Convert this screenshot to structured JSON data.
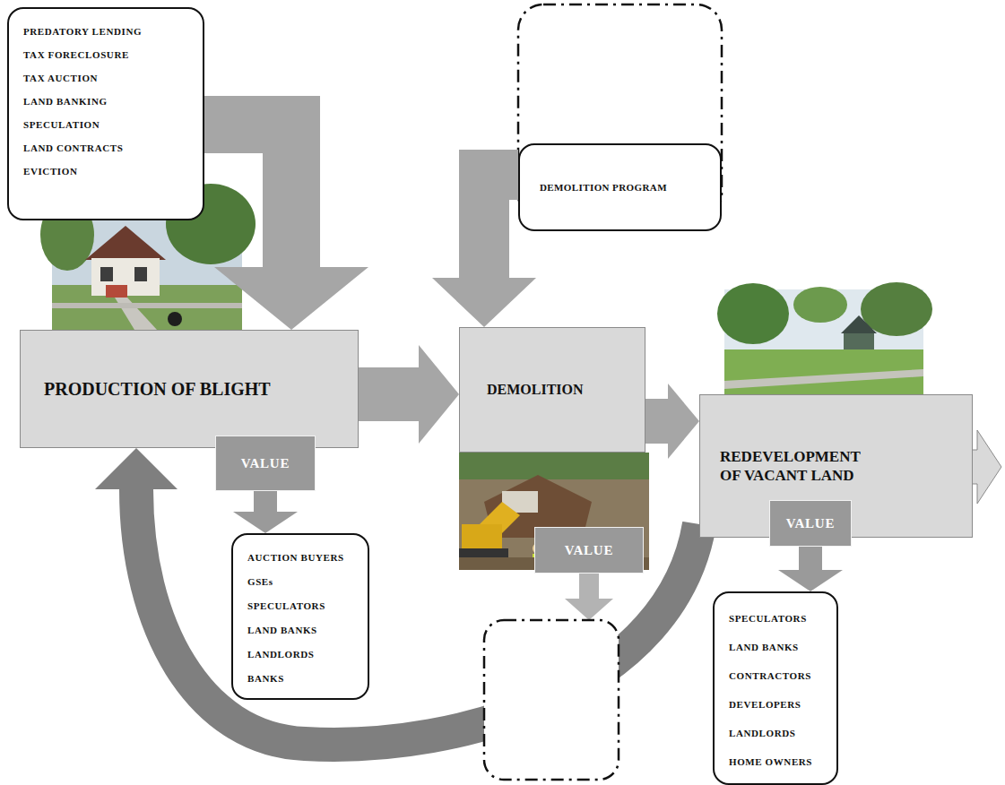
{
  "diagram": {
    "nodes": [
      {
        "text": [
          "PREDATORY LENDING",
          "TAX FORECLOSURE",
          "TAX AUCTION",
          "LAND BANKING",
          "SPECULATION",
          "LAND CONTRACTS",
          "EVICTION"
        ]
      },
      {
        "text": [
          "DEMOLITION PROGRAM"
        ]
      },
      {
        "text": [
          "PRODUCTION OF BLIGHT"
        ]
      },
      {
        "text": [
          "DEMOLITION"
        ]
      },
      {
        "text": [
          "REDEVELOPMENT OF VACANT LAND"
        ]
      },
      {
        "text": [
          "VALUE"
        ]
      },
      {
        "text": [
          "AUCTION BUYERS",
          "GSEs",
          "SPECULATORS",
          "LAND BANKS",
          "LANDLORDS",
          "BANKS"
        ]
      },
      {
        "text": [
          "VALUE"
        ]
      },
      {
        "text": [
          "VALUE"
        ]
      },
      {
        "text": [
          "SPECULATORS",
          "LAND BANKS",
          "CONTRACTORS",
          "DEVELOPERS",
          "LANDLORDS",
          "HOME OWNERS"
        ]
      }
    ],
    "edges": [
      {
        "from": 0,
        "to": 2,
        "arrow": "to"
      },
      {
        "from": 1,
        "to": 3,
        "arrow": "to"
      },
      {
        "from": 2,
        "to": 3,
        "arrow": "to"
      },
      {
        "from": 3,
        "to": 4,
        "arrow": "to"
      },
      {
        "from": 5,
        "to": 6,
        "arrow": "to"
      },
      {
        "from": 8,
        "to": 9,
        "arrow": "to"
      },
      {
        "from": 4,
        "to": 2,
        "arrow": "to"
      }
    ]
  }
}
